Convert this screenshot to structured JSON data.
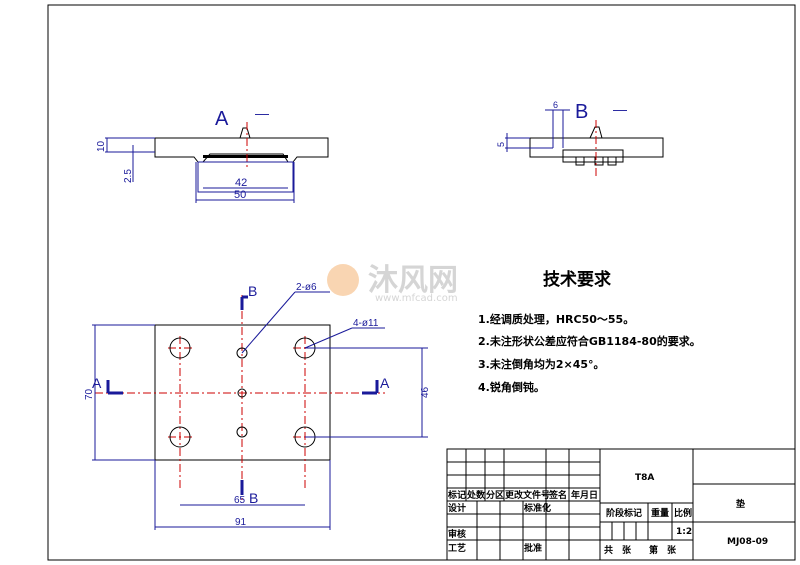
{
  "watermark": {
    "brand": "沐风网",
    "url": "www.mfcad.com"
  },
  "section_a": {
    "label": "A",
    "dash": "—",
    "dims": {
      "thickness": "10",
      "step": "2.5",
      "inner": "42",
      "outer": "50"
    }
  },
  "section_b": {
    "label": "B",
    "dash": "—",
    "dims": {
      "width": "6",
      "depth": "5"
    }
  },
  "plan": {
    "hole_small": "2-ø6",
    "hole_large": "4-ø11",
    "dim_h_outer": "91",
    "dim_h_holes": "65",
    "dim_v_outer": "70",
    "dim_v_holes": "46",
    "cut_a": "A",
    "cut_b": "B"
  },
  "tech": {
    "title": "技术要求",
    "items": [
      "1.经调质处理，HRC50～55。",
      "2.未注形状公差应符合GB1184-80的要求。",
      "3.未注倒角均为2×45°。",
      "4.锐角倒钝。"
    ]
  },
  "title_block": {
    "rev_headers": [
      "标记",
      "处数",
      "分区",
      "更改文件号",
      "签名",
      "年月日"
    ],
    "design": "设计",
    "standard": "标准化",
    "review": "审核",
    "process": "工艺",
    "approve": "批准",
    "stage": "阶段标记",
    "weight": "重量",
    "scale_label": "比例",
    "scale": "1:2",
    "sheets": "共　张　　第　张",
    "material": "T8A",
    "part_name": "垫",
    "drawing_no": "MJ08-09"
  }
}
